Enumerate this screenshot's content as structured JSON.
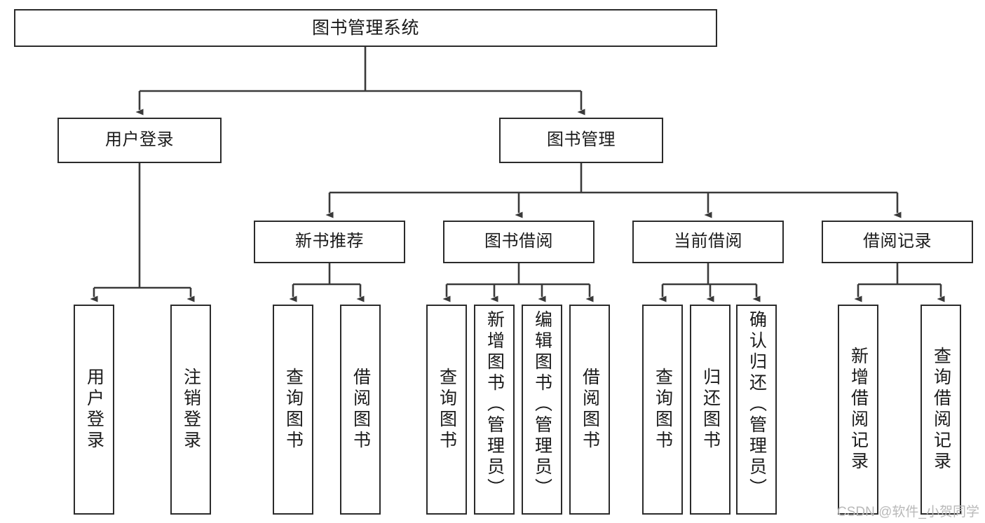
{
  "diagram": {
    "type": "tree-hierarchy",
    "title": "图书管理系统",
    "orientation": "top-down",
    "colors": {
      "box_border": "#2b2b2b",
      "box_fill": "#ffffff",
      "edge": "#3a3a3a",
      "text": "#1a1a1a",
      "watermark": "#b9b9b9",
      "background": "#ffffff"
    },
    "root": {
      "label": "图书管理系统"
    },
    "level2": [
      {
        "label": "用户登录"
      },
      {
        "label": "图书管理"
      }
    ],
    "level3": [
      {
        "label": "新书推荐"
      },
      {
        "label": "图书借阅"
      },
      {
        "label": "当前借阅"
      },
      {
        "label": "借阅记录"
      }
    ],
    "leaves": {
      "user_login": [
        {
          "label": "用户登录"
        },
        {
          "label": "注销登录"
        }
      ],
      "new_book_recommend": [
        {
          "label": "查询图书"
        },
        {
          "label": "借阅图书"
        }
      ],
      "book_borrow": [
        {
          "label": "查询图书"
        },
        {
          "label": "新增图书（管理员）"
        },
        {
          "label": "编辑图书（管理员）"
        },
        {
          "label": "借阅图书"
        }
      ],
      "current_borrow": [
        {
          "label": "查询图书"
        },
        {
          "label": "归还图书"
        },
        {
          "label": "确认归还（管理员）"
        }
      ],
      "borrow_records": [
        {
          "label": "新增借阅记录"
        },
        {
          "label": "查询借阅记录"
        }
      ]
    }
  },
  "watermark": {
    "text": "CSDN @软件_小贺同学"
  }
}
